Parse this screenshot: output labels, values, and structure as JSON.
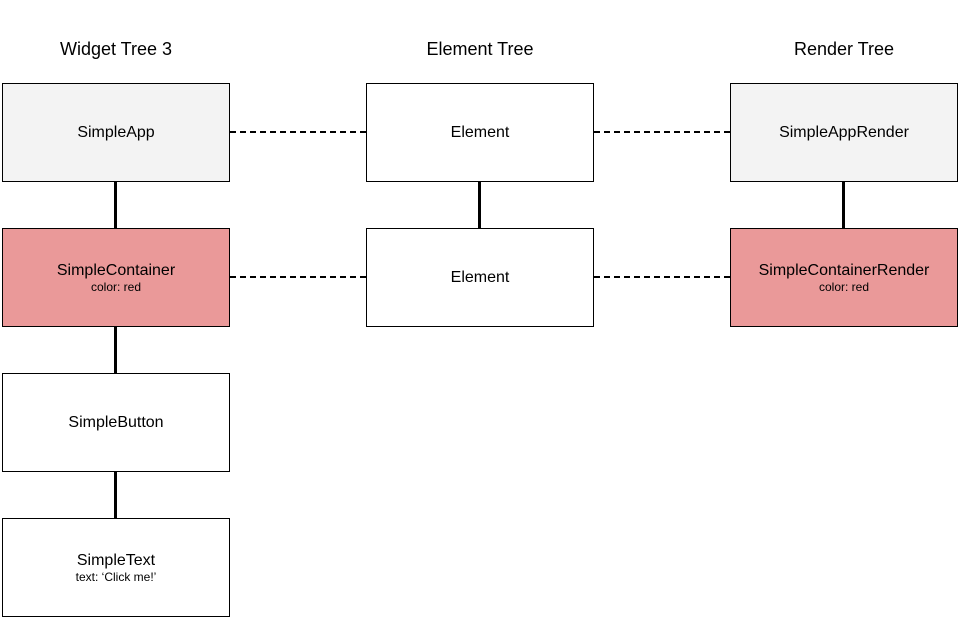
{
  "columns": {
    "widget": "Widget Tree 3",
    "element": "Element Tree",
    "render": "Render Tree"
  },
  "widget_tree": [
    {
      "label": "SimpleApp",
      "sub": ""
    },
    {
      "label": "SimpleContainer",
      "sub": "color: red"
    },
    {
      "label": "SimpleButton",
      "sub": ""
    },
    {
      "label": "SimpleText",
      "sub": "text: ‘Click me!’"
    }
  ],
  "element_tree": [
    {
      "label": "Element"
    },
    {
      "label": "Element"
    }
  ],
  "render_tree": [
    {
      "label": "SimpleAppRender",
      "sub": ""
    },
    {
      "label": "SimpleContainerRender",
      "sub": "color: red"
    }
  ],
  "colors": {
    "highlight": "#ea9999",
    "neutral": "#f3f3f3",
    "plain": "#ffffff",
    "stroke": "#000000"
  }
}
